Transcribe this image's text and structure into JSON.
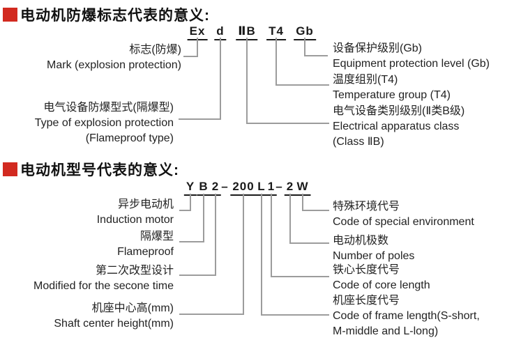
{
  "section1": {
    "title": "电动机防爆标志代表的意义:",
    "code": {
      "ex": "Ex",
      "d": "d",
      "iib": "ⅡB",
      "t4": "T4",
      "gb": "Gb"
    },
    "labels": {
      "mark": {
        "l1": "标志(防爆)",
        "l2": "Mark (explosion protection)"
      },
      "type": {
        "l1": "电气设备防爆型式(隔爆型)",
        "l2": "Type of explosion protection",
        "l3": "(Flameproof type)"
      },
      "epl": {
        "l1": "设备保护级别(Gb)",
        "l2": "Equipment protection level (Gb)"
      },
      "temp": {
        "l1": "温度组别(T4)",
        "l2": "Temperature group (T4)"
      },
      "class": {
        "l1": "电气设备类别级别(Ⅱ类B级)",
        "l2": "Electrical apparatus class",
        "l3": "(Class ⅡB)"
      }
    }
  },
  "section2": {
    "title": "电动机型号代表的意义:",
    "code": {
      "y": "Y",
      "b": "B",
      "n2": "2",
      "dash1": "–",
      "n200": "200",
      "l": "L",
      "n1": "1",
      "dash2": "–",
      "p2": "2",
      "w": "W"
    },
    "labels": {
      "induction": {
        "l1": "异步电动机",
        "l2": "Induction motor"
      },
      "flameproof": {
        "l1": "隔爆型",
        "l2": "Flameproof"
      },
      "modified": {
        "l1": "第二次改型设计",
        "l2": "Modified for the secone time"
      },
      "shaft": {
        "l1": "机座中心高(mm)",
        "l2": "Shaft center height(mm)"
      },
      "special": {
        "l1": "特殊环境代号",
        "l2": "Code of special environment"
      },
      "poles": {
        "l1": "电动机极数",
        "l2": "Number of poles"
      },
      "core": {
        "l1": "铁心长度代号",
        "l2": "Code of core length"
      },
      "frame": {
        "l1": "机座长度代号",
        "l2": "Code of frame length(S-short,",
        "l3": "M-middle and L-long)"
      }
    }
  },
  "colors": {
    "accent_red": "#d22a20",
    "line_gray": "#9c9c9c",
    "text": "#1f1f1f"
  }
}
